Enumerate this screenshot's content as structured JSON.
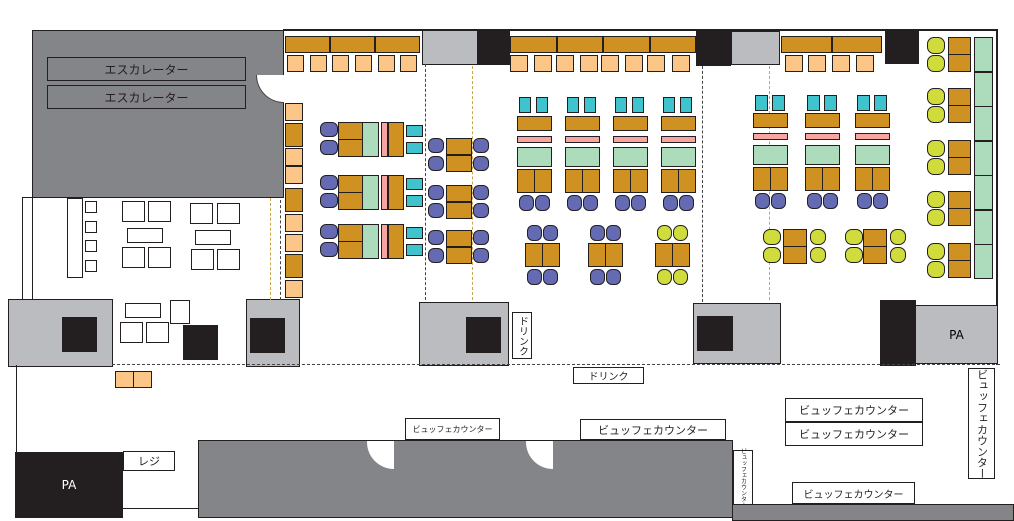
{
  "title": "Floor plan",
  "labels": {
    "escalator_1": "エスカレーター",
    "escalator_2": "エスカレーター",
    "drink_vertical": "ドリンク",
    "drink_horizontal": "ドリンク",
    "pa_right": "PA",
    "pa_left": "PA",
    "register": "レジ",
    "buffet_small": "ビュッフェカウンター",
    "buffet_center": "ビュッフェカウンター",
    "buffet_right_1": "ビュッフェカウンター",
    "buffet_right_2": "ビュッフェカウンター",
    "buffet_vertical_right": "ビュッフェカウンター",
    "buffet_vertical_small": "ビュッフェカウンター",
    "buffet_bottom_right": "ビュッフェカウンター"
  },
  "colors": {
    "table": "#cf9222",
    "stool": "#fcc689",
    "chair_teal": "#3ec3cf",
    "chair_blue": "#646bb3",
    "chair_lime": "#d0dc3c",
    "planter": "#acdcbc",
    "divider": "#f7a5a0",
    "wall": "#848589",
    "pillar": "#bbbcc0"
  }
}
